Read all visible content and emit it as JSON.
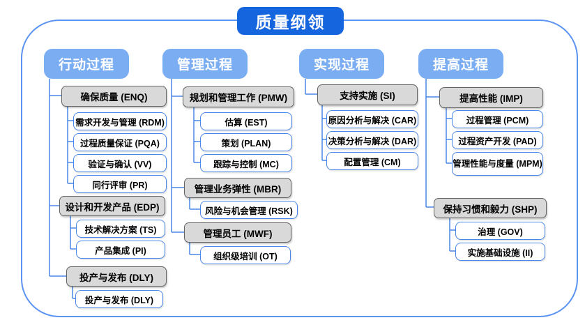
{
  "title": "质量纲领",
  "colors": {
    "title_bg": "#1565de",
    "header_bg": "#7badf2",
    "group_bg": "#d9d9d9",
    "group_border": "#646464",
    "leaf_border": "#4a86e8",
    "connector": "#4a86e8",
    "frame_border": "#5b93f2"
  },
  "columns": [
    {
      "header": "行动过程",
      "groups": [
        {
          "label": "确保质量 (ENQ)",
          "children": [
            "需求开发与管理 (RDM)",
            "过程质量保证 (PQA)",
            "验证与确认 (VV)",
            "同行评审 (PR)"
          ]
        },
        {
          "label": "设计和开发产品 (EDP)",
          "children": [
            "技术解决方案 (TS)",
            "产品集成 (PI)"
          ]
        },
        {
          "label": "投产与发布 (DLY)",
          "children": [
            "投产与发布 (DLY)"
          ]
        }
      ]
    },
    {
      "header": "管理过程",
      "groups": [
        {
          "label": "规划和管理工作 (PMW)",
          "children": [
            "估算 (EST)",
            "策划 (PLAN)",
            "跟踪与控制 (MC)"
          ]
        },
        {
          "label": "管理业务弹性 (MBR)",
          "children": [
            "风险与机会管理 (RSK)"
          ]
        },
        {
          "label": "管理员工 (MWF)",
          "children": [
            "组织级培训 (OT)"
          ]
        }
      ]
    },
    {
      "header": "实现过程",
      "groups": [
        {
          "label": "支持实施 (SI)",
          "children": [
            "原因分析与解决 (CAR)",
            "决策分析与解决 (DAR)",
            "配置管理 (CM)"
          ]
        }
      ]
    },
    {
      "header": "提高过程",
      "groups": [
        {
          "label": "提高性能 (IMP)",
          "children": [
            "过程管理 (PCM)",
            "过程资产开发 (PAD)",
            "管理性能与度量 (MPM)"
          ]
        },
        {
          "label": "保持习惯和毅力 (SHP)",
          "children": [
            "治理 (GOV)",
            "实施基础设施 (II)"
          ]
        }
      ]
    }
  ]
}
